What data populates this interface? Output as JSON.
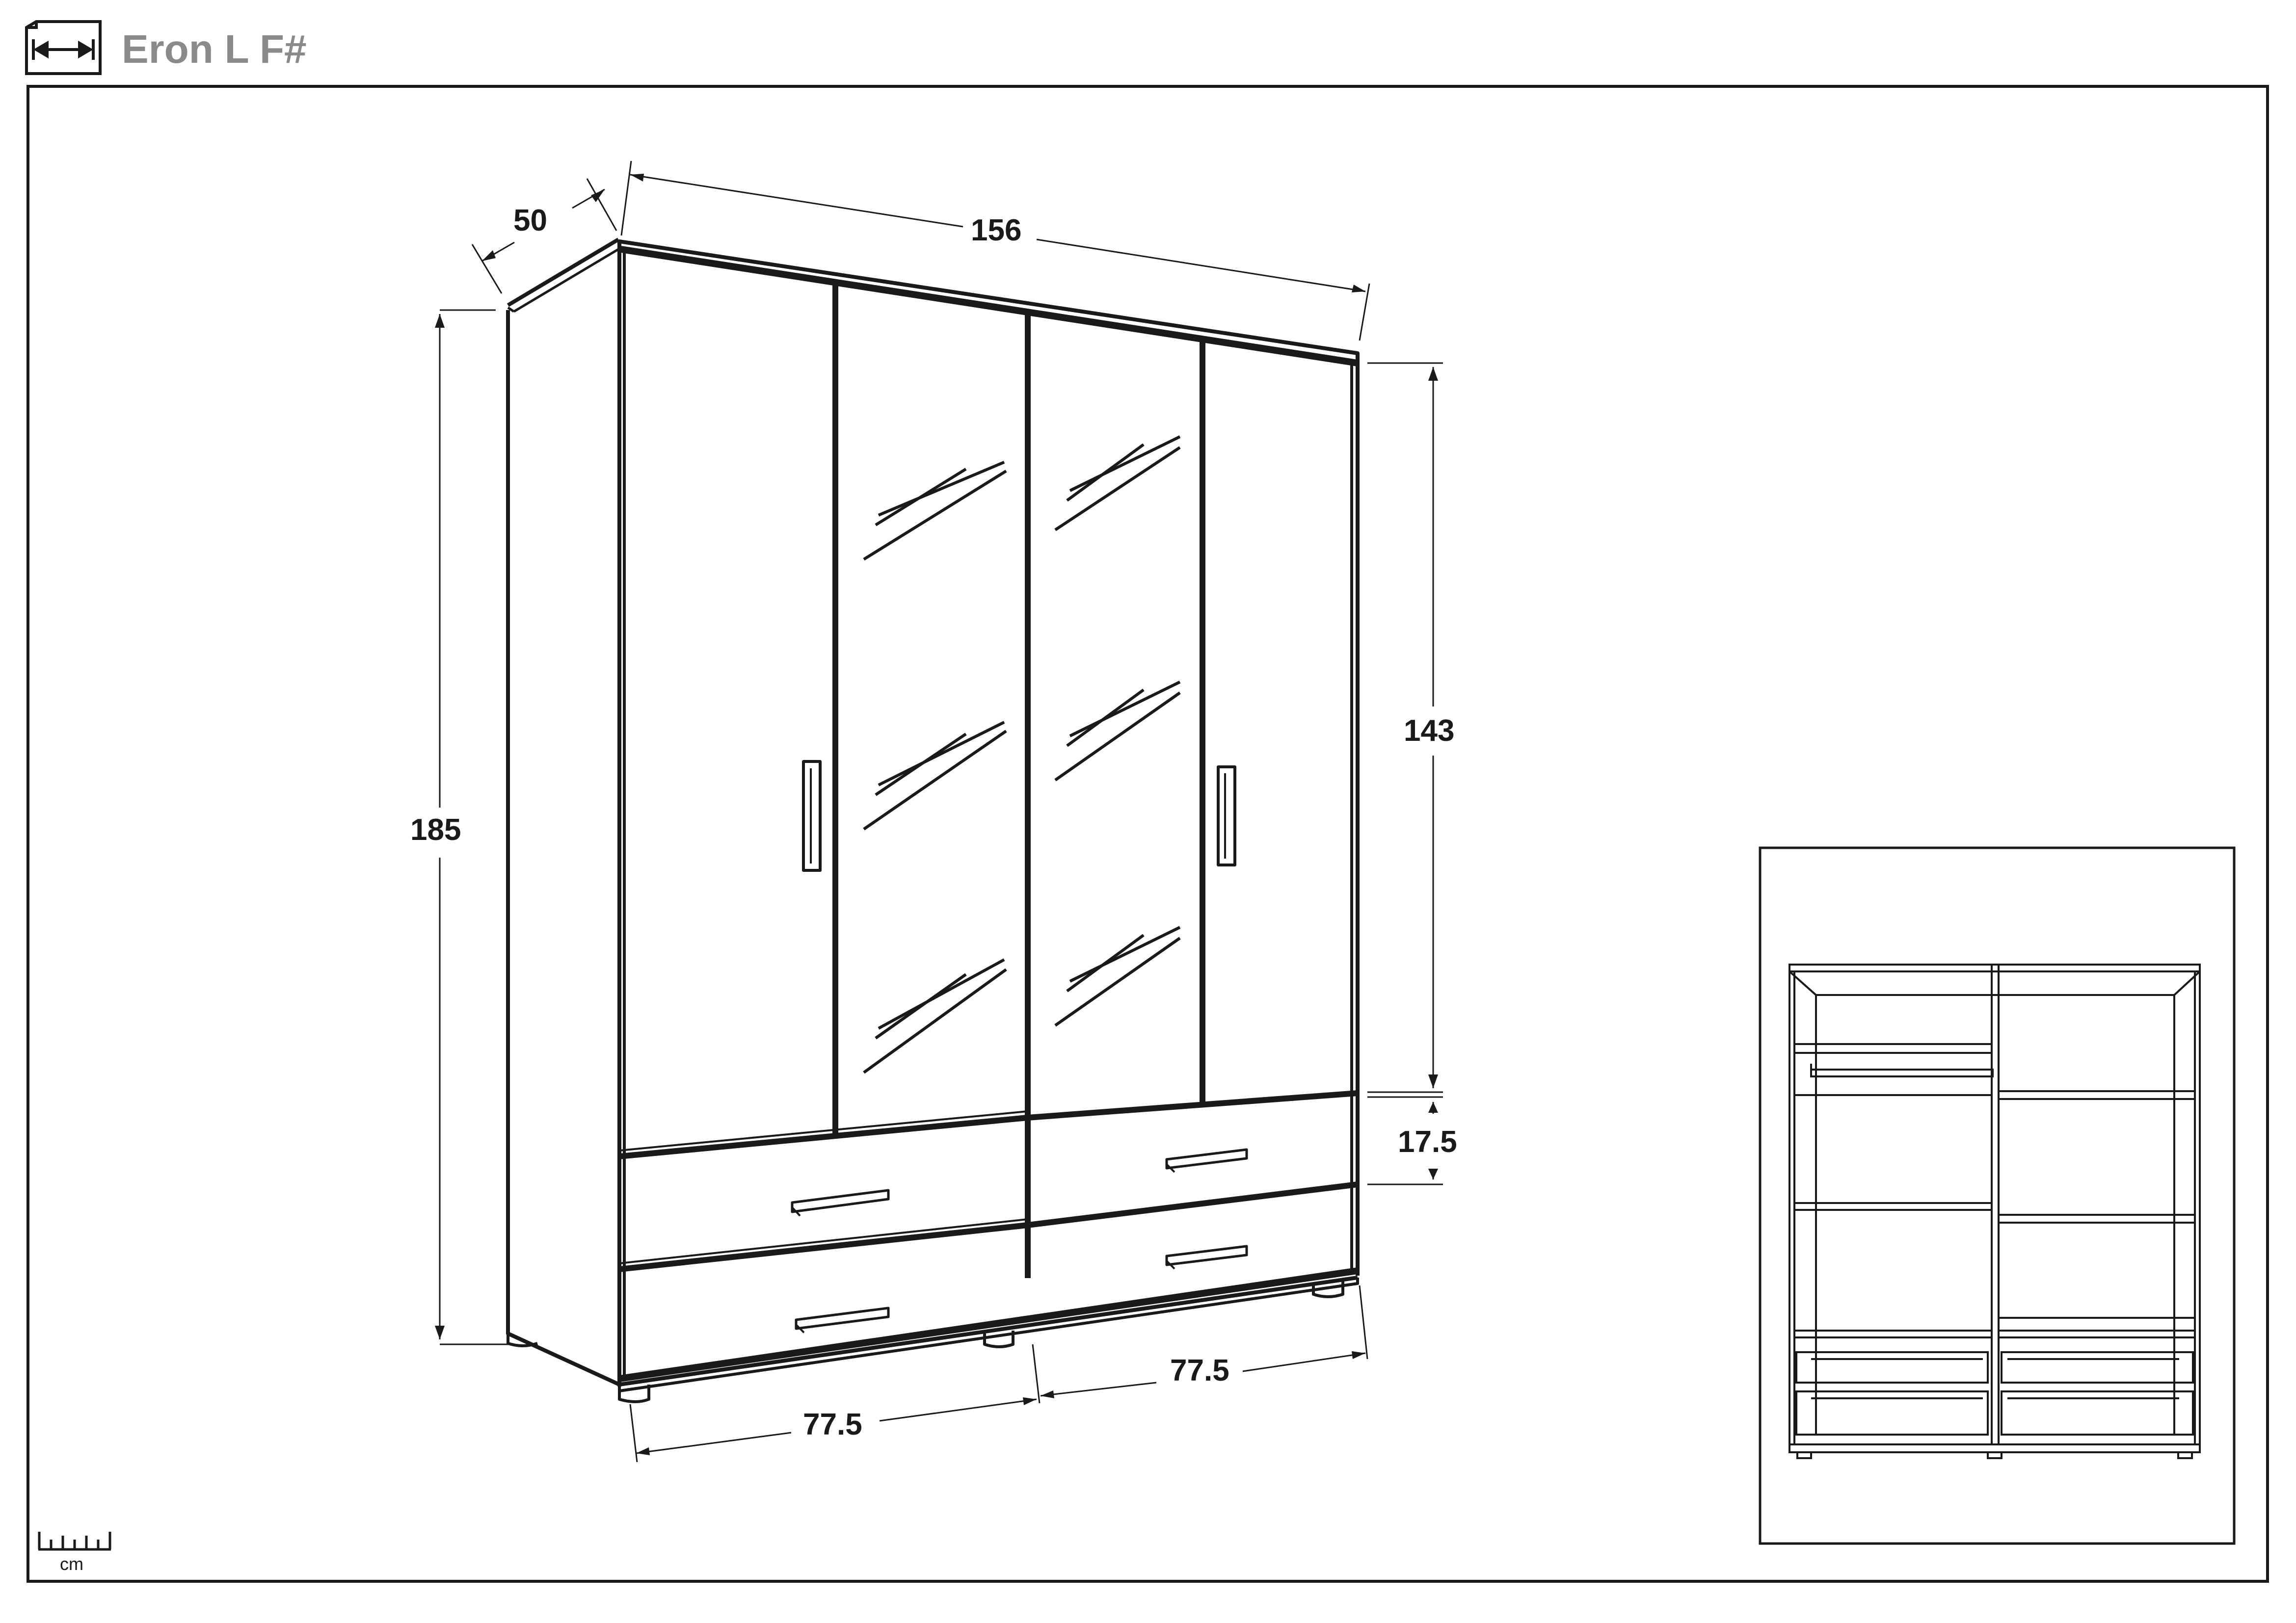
{
  "header": {
    "title": "Eron L F#",
    "icon": "dimension-icon"
  },
  "dimensions": {
    "depth": "50",
    "width": "156",
    "height": "185",
    "door_height": "143",
    "drawer_height": "17.5",
    "left_drawer_width": "77.5",
    "right_drawer_width": "77.5"
  },
  "ruler": {
    "unit": "cm",
    "icon": "ruler-icon"
  },
  "colors": {
    "line": "#1a1a1a",
    "title": "#8a8a8a",
    "thin": "#555555"
  }
}
